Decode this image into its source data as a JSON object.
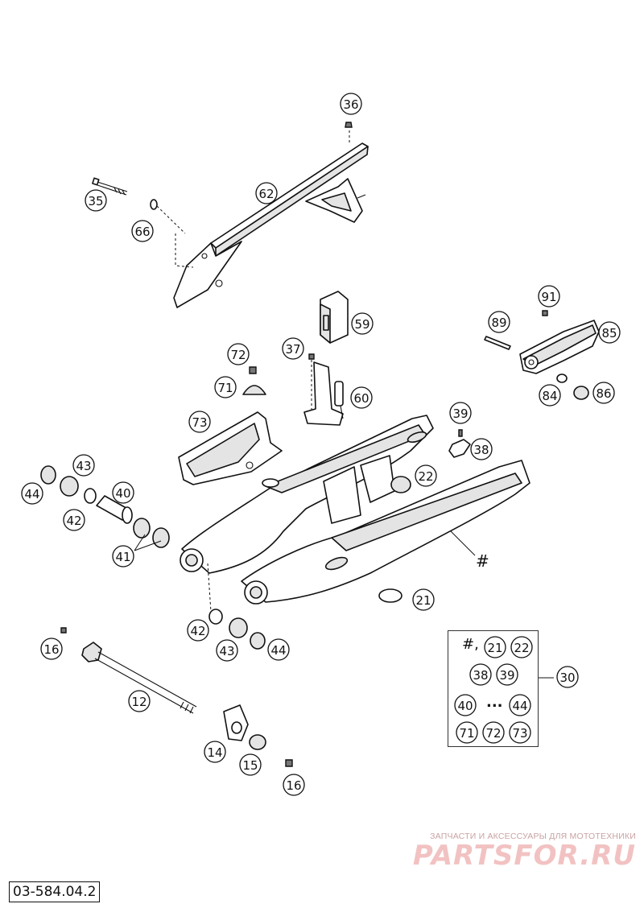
{
  "callouts": [
    {
      "label": "36"
    },
    {
      "label": "35"
    },
    {
      "label": "62"
    },
    {
      "label": "66"
    },
    {
      "label": "59"
    },
    {
      "label": "37"
    },
    {
      "label": "60"
    },
    {
      "label": "72"
    },
    {
      "label": "71"
    },
    {
      "label": "91"
    },
    {
      "label": "89"
    },
    {
      "label": "85"
    },
    {
      "label": "84"
    },
    {
      "label": "86"
    },
    {
      "label": "73"
    },
    {
      "label": "39"
    },
    {
      "label": "38"
    },
    {
      "label": "43"
    },
    {
      "label": "44"
    },
    {
      "label": "40"
    },
    {
      "label": "42"
    },
    {
      "label": "22"
    },
    {
      "label": "41"
    },
    {
      "label": "21"
    },
    {
      "label": "42"
    },
    {
      "label": "43"
    },
    {
      "label": "44"
    },
    {
      "label": "16"
    },
    {
      "label": "12"
    },
    {
      "label": "14"
    },
    {
      "label": "15"
    },
    {
      "label": "16"
    },
    {
      "label": "30"
    }
  ],
  "hash_symbol": "#",
  "kit": {
    "hash": "#,",
    "ellipsis": "...",
    "items": [
      {
        "label": "21"
      },
      {
        "label": "22"
      },
      {
        "label": "38"
      },
      {
        "label": "39"
      },
      {
        "label": "40"
      },
      {
        "label": "44"
      },
      {
        "label": "71"
      },
      {
        "label": "72"
      },
      {
        "label": "73"
      }
    ]
  },
  "diagram_code": "03-584.04.2",
  "watermark": {
    "tagline": "ЗАПЧАСТИ И АКСЕССУАРЫ ДЛЯ МОТОТЕХНИКИ",
    "logo": "PARTSFOR.RU"
  }
}
